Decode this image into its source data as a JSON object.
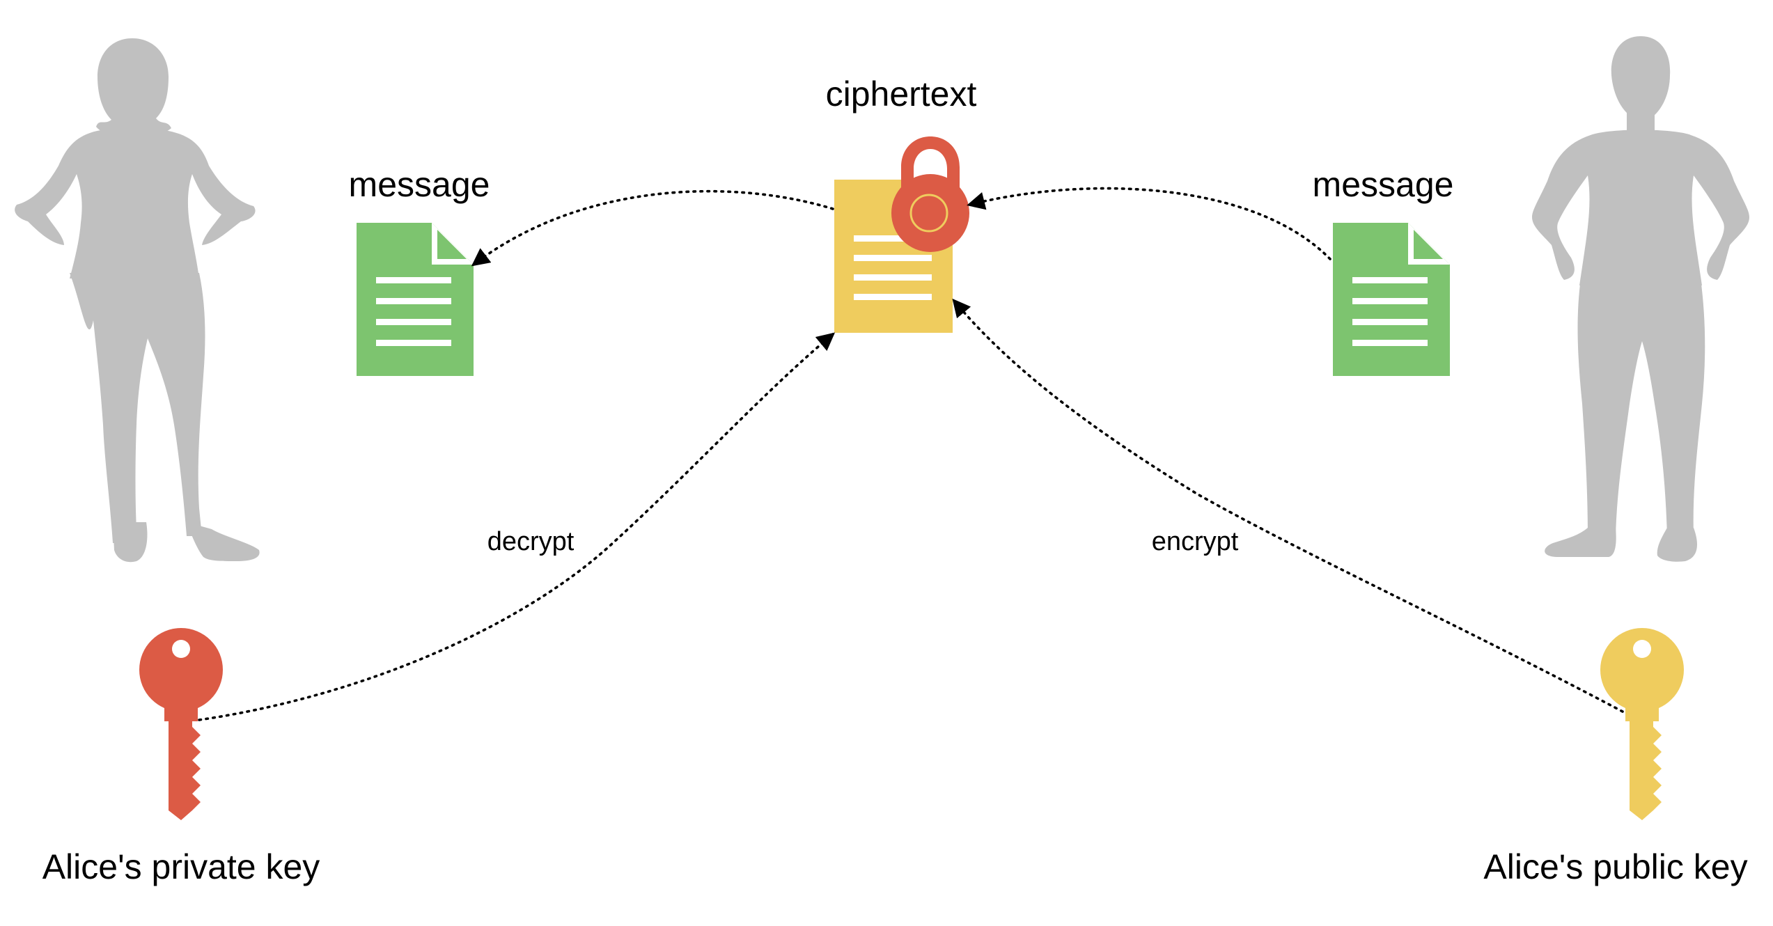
{
  "labels": {
    "ciphertext": "ciphertext",
    "message_left": "message",
    "message_right": "message",
    "decrypt": "decrypt",
    "encrypt": "encrypt",
    "private_key": "Alice's private key",
    "public_key": "Alice's public key"
  },
  "colors": {
    "silhouette": "#c0c0c0",
    "message_doc": "#7dc46f",
    "ciphertext_doc": "#efcc5e",
    "padlock": "#dc5b45",
    "private_key": "#dc5b45",
    "public_key": "#efcc5e",
    "arrow": "#000000"
  },
  "icons": {
    "woman": "woman-silhouette-icon",
    "man": "man-silhouette-icon",
    "message_doc": "document-icon",
    "ciphertext_doc": "document-icon",
    "lock": "padlock-icon",
    "private_key": "key-icon",
    "public_key": "key-icon"
  }
}
